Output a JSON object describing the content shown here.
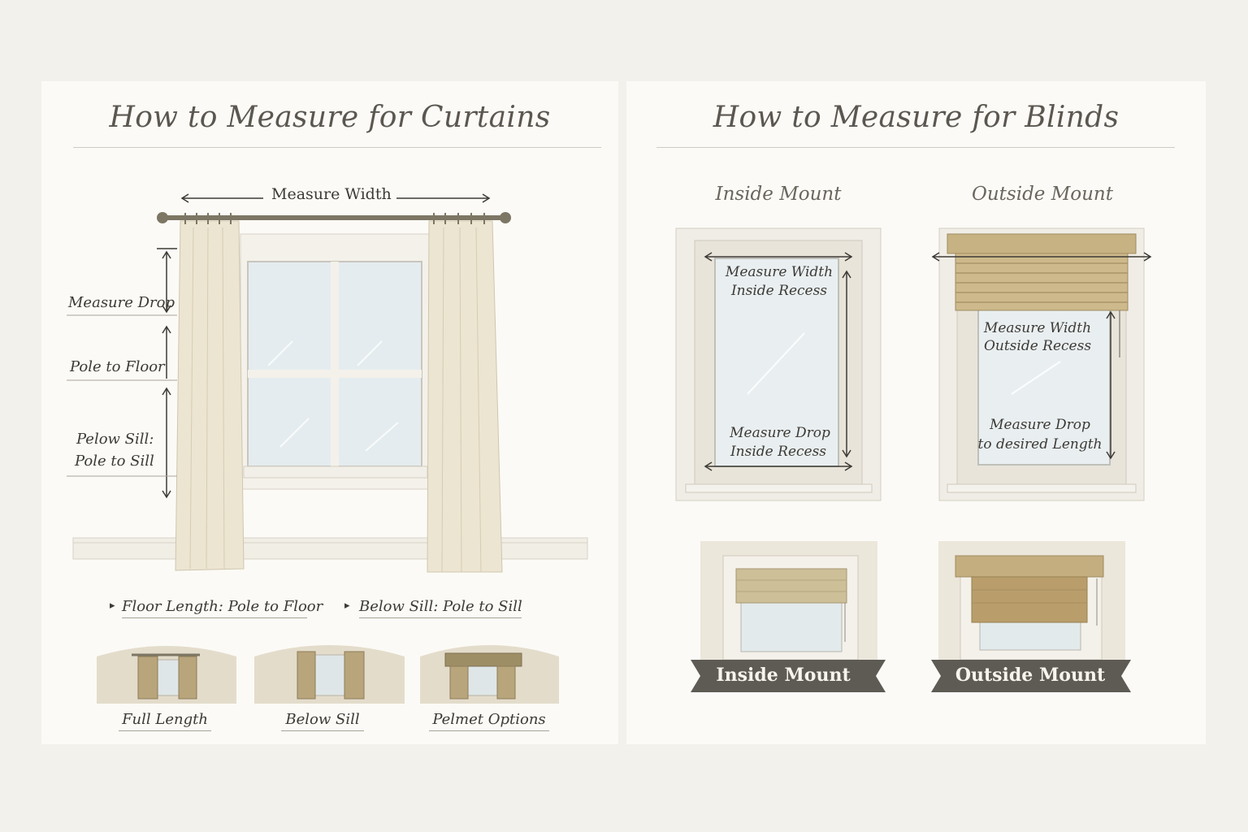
{
  "curtains": {
    "title": "How to Measure for Curtains",
    "measure_width": "Measure Width",
    "side_labels": {
      "drop": "Measure Drop",
      "pole_to_floor": "Pole to Floor",
      "below_sill_line1": "Pelow Sill:",
      "below_sill_line2": "Pole to Sill"
    },
    "notes": [
      "Floor Length: Pole to Floor",
      "Below Sill: Pole to Sill"
    ],
    "note_bullet": "▸",
    "thumbnails": [
      "Full Length",
      "Below Sill",
      "Pelmet Options"
    ]
  },
  "blinds": {
    "title": "How to Measure for Blinds",
    "inside": {
      "heading": "Inside Mount",
      "width_line1": "Measure Width",
      "width_line2": "Inside Recess",
      "drop_line1": "Measure Drop",
      "drop_line2": "Inside Recess",
      "banner": "Inside Mount"
    },
    "outside": {
      "heading": "Outside Mount",
      "width_line1": "Measure Width",
      "width_line2": "Outside Recess",
      "drop_line1": "Measure Drop",
      "drop_line2": "to desired Length",
      "banner": "Outside Mount"
    }
  },
  "colors": {
    "background": "#f3f1ec",
    "panel": "#fbfaf6",
    "curtain_fabric": "#ece5d2",
    "pole": "#7d7664",
    "glass": "#e4ecef",
    "blind_tan": "#c7b283",
    "banner": "#5e5b55"
  }
}
